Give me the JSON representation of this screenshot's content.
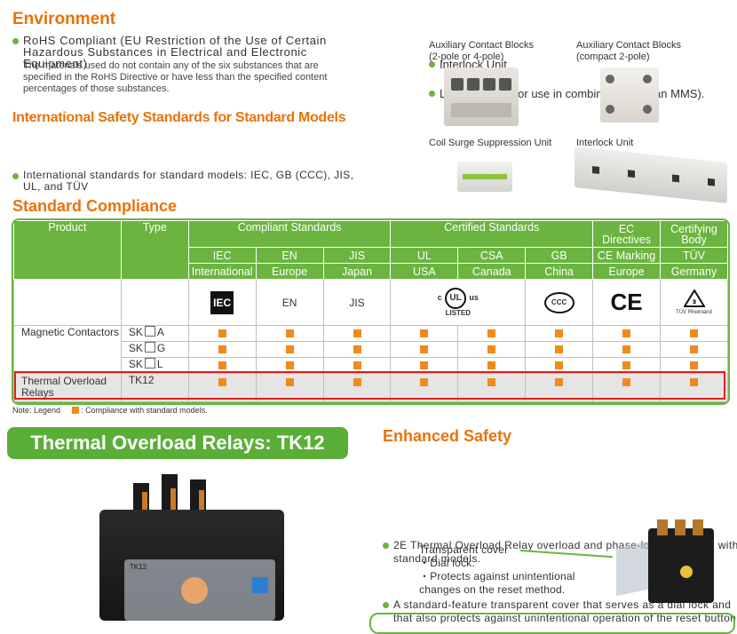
{
  "environment": {
    "title": "Environment",
    "bullet": "RoHS Compliant (EU Restriction of the Use of Certain Hazardous Substances in Electrical and Electronic Equipment)",
    "note": "The materials used do not contain any of the six substances that are specified in the RoHS Directive or have less than the specified content percentages of those substances."
  },
  "intl": {
    "title": "International Safety Standards for Standard Models",
    "bullet": "International standards for standard models: IEC, GB (CCC), JIS, UL, and TÜV"
  },
  "options": {
    "bullet1": "Interlock Unit",
    "bullet2": "Link Modules (for use in combination with an MMS).",
    "aux1": "Auxiliary Contact Blocks",
    "aux1_sub": "(2-pole or 4-pole)",
    "aux2": "Auxiliary Contact Blocks",
    "aux2_sub": "(compact 2-pole)",
    "coil": "Coil Surge Suppression Unit",
    "interlock": "Interlock Unit"
  },
  "compliance": {
    "title": "Standard Compliance",
    "h_product": "Product",
    "h_type": "Type",
    "h_compliant": "Compliant Standards",
    "h_certified": "Certified Standards",
    "h_ec1": "EC",
    "h_ec2": "Directives",
    "h_cb1": "Certifying",
    "h_cb2": "Body",
    "std": [
      "IEC",
      "EN",
      "JIS",
      "UL",
      "CSA",
      "GB",
      "CE Marking",
      "TÜV"
    ],
    "region": [
      "International",
      "Europe",
      "Japan",
      "USA",
      "Canada",
      "China",
      "Europe",
      "Germany"
    ],
    "logo_en": "EN",
    "logo_jis": "JIS",
    "logo_iec": "IEC",
    "logo_ul_c": "c",
    "logo_ul_us": "us",
    "logo_ul_listed": "LISTED",
    "logo_ccc": "CCC",
    "logo_ce": "CE",
    "logo_tuv": "TÜV Rheinland",
    "prod1": "Magnetic Contactors",
    "prod2": "Thermal Overload Relays",
    "types": [
      "SK",
      "SK",
      "SK",
      "TK12"
    ],
    "type_suffix": [
      "A",
      "G",
      "L",
      ""
    ],
    "legend_note": "Note: Legend",
    "legend_text": ": Compliance with standard models."
  },
  "tk12": {
    "banner": "Thermal Overload Relays: TK12",
    "label": "TK12"
  },
  "safety": {
    "title": "Enhanced Safety",
    "b1": "2E Thermal Overload Relay overload and phase-loss protection with standard models.",
    "b2": "A standard-feature transparent cover that serves as a dial lock and that also protects against unintentional operation of the reset button.",
    "cover": "Transparent cover",
    "c1": "・Dial lock.",
    "c2": "・Protects against unintentional changes on the reset method."
  }
}
